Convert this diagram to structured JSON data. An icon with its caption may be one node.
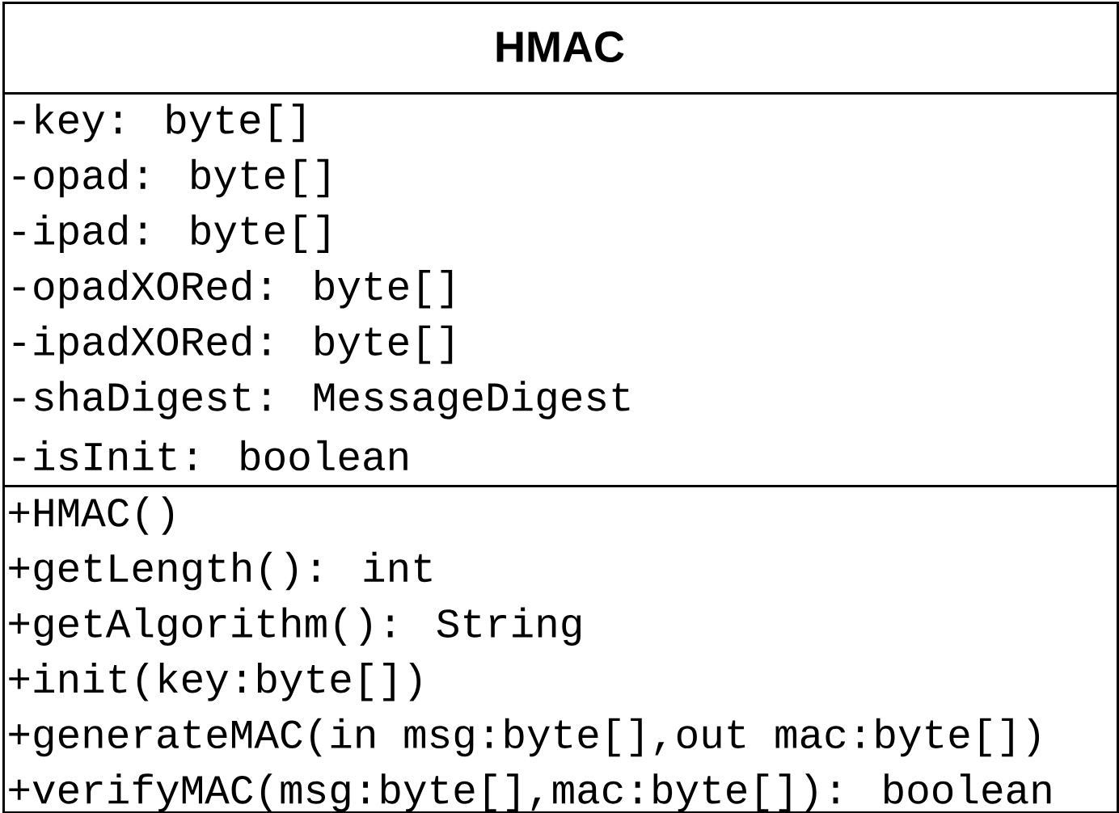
{
  "diagram": {
    "nodes": [
      {
        "text": [
          "HMAC"
        ]
      },
      {
        "text": [
          "-key: byte[]",
          "-opad: byte[]",
          "-ipad: byte[]",
          "-opadXORed: byte[]",
          "-ipadXORed: byte[]",
          "-shaDigest: MessageDigest",
          "-isInit: boolean"
        ]
      },
      {
        "text": [
          "+HMAC()",
          "+getLength(): int",
          "+getAlgorithm(): String",
          "+init(key:byte[])",
          "+generateMAC(in msg:byte[],out mac:byte[])",
          "+verifyMAC(msg:byte[],mac:byte[]): boolean"
        ]
      }
    ]
  }
}
